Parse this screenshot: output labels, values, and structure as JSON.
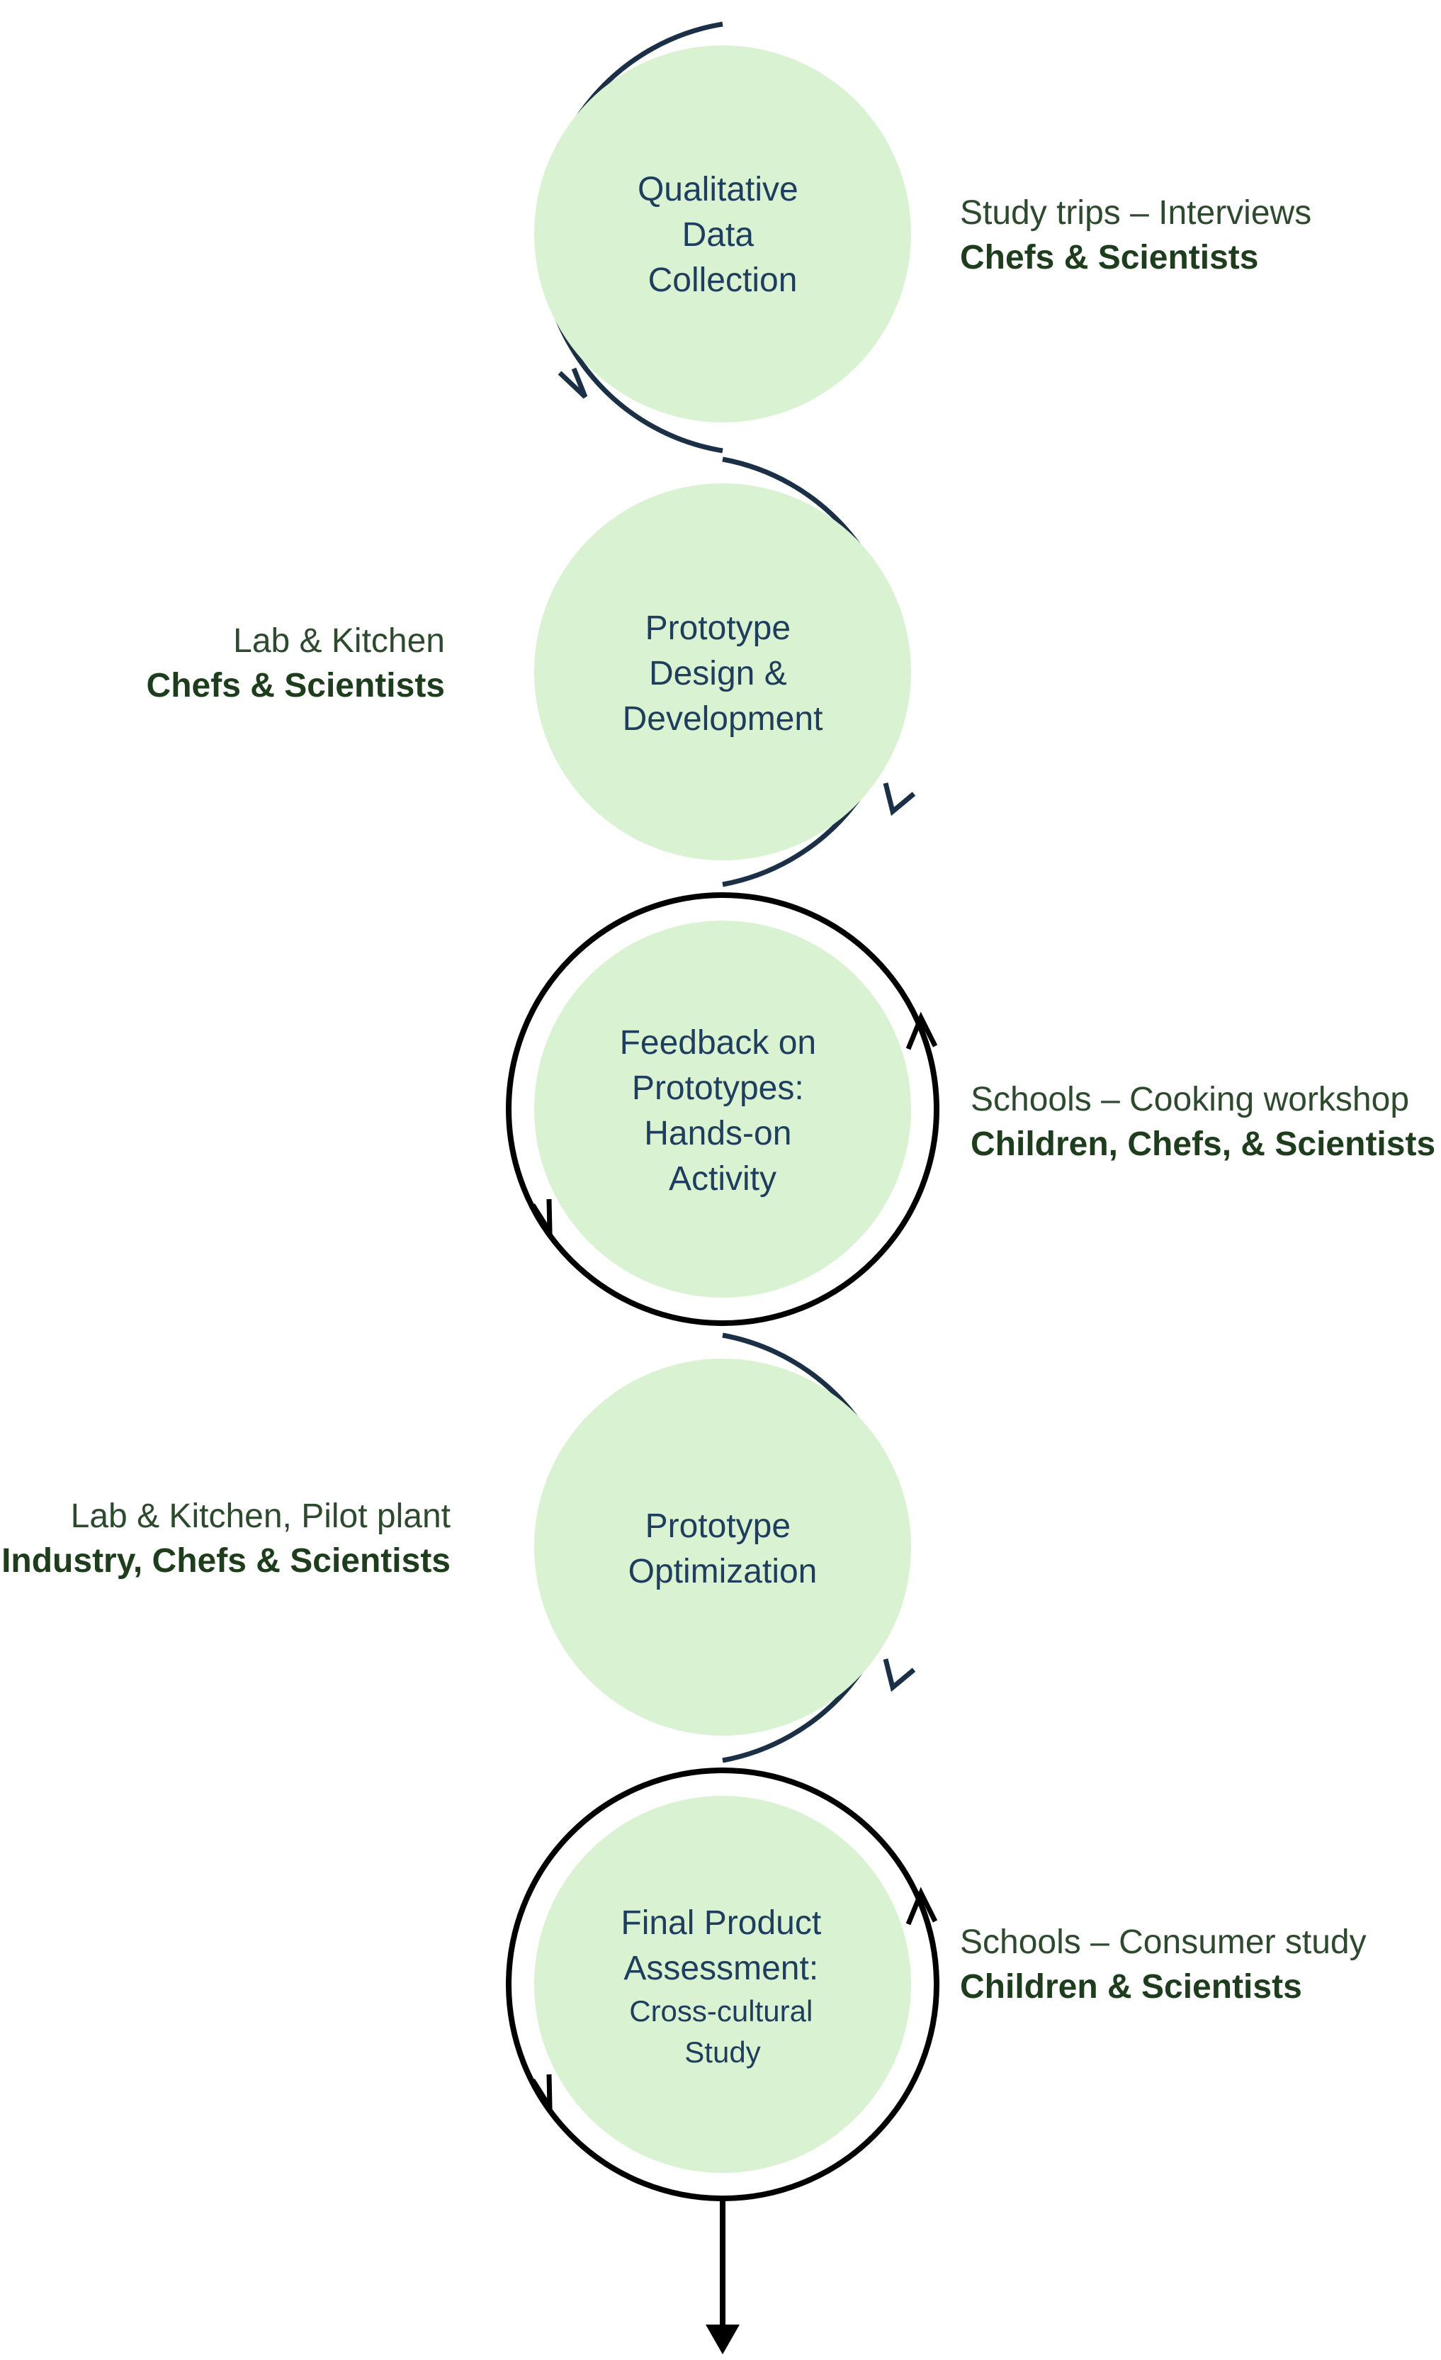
{
  "colors": {
    "circle_fill": "#d9f2d2",
    "arc_navy": "#1b3047",
    "ring_black": "#000000",
    "stage_text": "#1f3d5c",
    "side_text": "#2e4a2e",
    "side_bold": "#1d3d1d"
  },
  "stages": [
    {
      "label_lines": [
        "Qualitative",
        "Data",
        "Collection"
      ],
      "side": "right",
      "location": "Study trips – Interviews",
      "participants": "Chefs & Scientists",
      "ring": "left-arc"
    },
    {
      "label_lines": [
        "Prototype",
        "Design &",
        "Development"
      ],
      "side": "left",
      "location": "Lab & Kitchen",
      "participants": "Chefs & Scientists",
      "ring": "right-arc"
    },
    {
      "label_lines": [
        "Feedback on",
        "Prototypes:",
        "Hands-on",
        "Activity"
      ],
      "side": "right",
      "location": "Schools – Cooking workshop",
      "participants": "Children, Chefs, & Scientists",
      "ring": "full-loop"
    },
    {
      "label_lines": [
        "Prototype",
        "Optimization"
      ],
      "side": "left",
      "location": "Lab & Kitchen, Pilot plant",
      "participants": "Industry, Chefs & Scientists",
      "ring": "right-arc"
    },
    {
      "label_lines": [
        "Final Product",
        "Assessment:",
        "Cross-cultural",
        "Study"
      ],
      "side": "right",
      "location": "Schools – Consumer study",
      "participants": "Children & Scientists",
      "ring": "full-loop"
    }
  ]
}
